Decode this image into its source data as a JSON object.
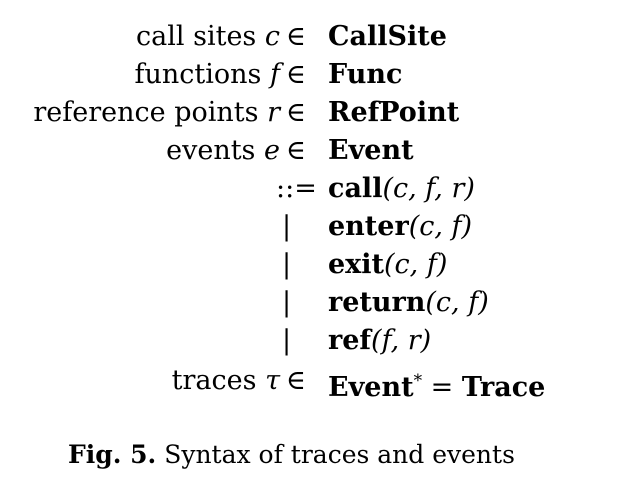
{
  "rows": [
    {
      "category": "call sites",
      "var": "c",
      "sep": "∈",
      "head": "CallSite",
      "args": ""
    },
    {
      "category": "functions",
      "var": "f",
      "sep": "∈",
      "head": "Func",
      "args": ""
    },
    {
      "category": "reference points",
      "var": "r",
      "sep": "∈",
      "head": "RefPoint",
      "args": ""
    },
    {
      "category": "events",
      "var": "e",
      "sep": "∈",
      "head": "Event",
      "args": ""
    },
    {
      "category": "",
      "var": "",
      "sep": "::=",
      "head": "call",
      "args": "(c, f, r)"
    },
    {
      "category": "",
      "var": "",
      "sep": "|",
      "head": "enter",
      "args": "(c, f)"
    },
    {
      "category": "",
      "var": "",
      "sep": "|",
      "head": "exit",
      "args": "(c, f)"
    },
    {
      "category": "",
      "var": "",
      "sep": "|",
      "head": "return",
      "args": "(c, f)"
    },
    {
      "category": "",
      "var": "",
      "sep": "|",
      "head": "ref",
      "args": "(f, r)"
    }
  ],
  "traces_row": {
    "category": "traces",
    "var": "τ",
    "sep": "∈",
    "head": "Event",
    "star": "*",
    "eq": "=",
    "trace": "Trace"
  },
  "caption": {
    "label": "Fig. 5.",
    "text": "Syntax of traces and events"
  }
}
